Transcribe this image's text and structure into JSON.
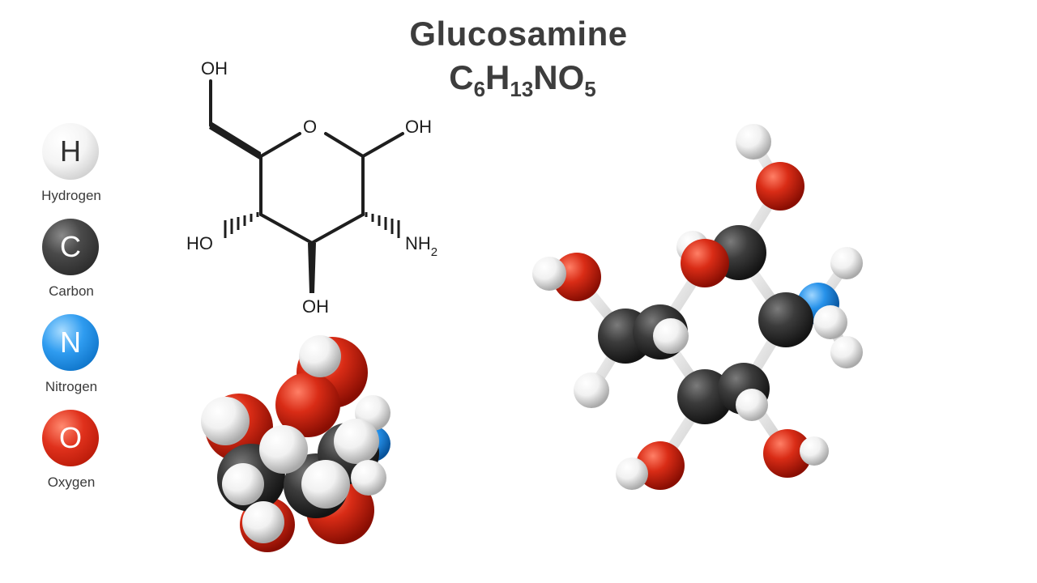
{
  "title": "Glucosamine",
  "formula": {
    "parts": [
      "C",
      "6",
      "H",
      "13",
      "NO",
      "5"
    ]
  },
  "legend": [
    {
      "symbol": "H",
      "name": "Hydrogen",
      "color": "#f2f2f2"
    },
    {
      "symbol": "C",
      "name": "Carbon",
      "color": "#3a3a3a"
    },
    {
      "symbol": "N",
      "name": "Nitrogen",
      "color": "#1e8ae0"
    },
    {
      "symbol": "O",
      "name": "Oxygen",
      "color": "#d42a14"
    }
  ],
  "skeletal": {
    "labels": {
      "oh_top": "OH",
      "ring_o": "O",
      "oh_right": "OH",
      "ho_left": "HO",
      "nh2": "NH",
      "nh2_sub": "2",
      "oh_bottom": "OH"
    }
  },
  "colors": {
    "hydrogen": "#f2f2f2",
    "carbon": "#3a3a3a",
    "nitrogen": "#1e8ae0",
    "oxygen": "#d42a14"
  }
}
